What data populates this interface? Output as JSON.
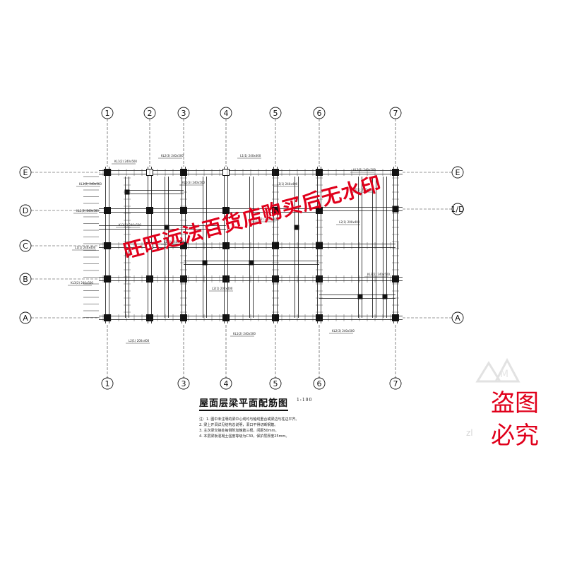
{
  "drawing": {
    "title": "屋面层梁平面配筋图",
    "scale": "1:100",
    "notes": [
      "注：1. 图中未注明的梁中心线均与轴线重合或梁边与柱边平齐。",
      "2. 梁上开洞详见结构总说明，洞口不得切断钢筋。",
      "3. 主次梁交接处每侧附加箍筋三根，间距50mm。",
      "4. 本层梁板混凝土强度等级为C30，保护层厚度25mm。"
    ],
    "top_axes": [
      "1",
      "2",
      "3",
      "4",
      "5",
      "6",
      "7"
    ],
    "bottom_axes": [
      "1",
      "3",
      "4",
      "5",
      "6",
      "7"
    ],
    "left_axes": [
      "E",
      "D",
      "C",
      "B",
      "A"
    ],
    "right_axes": [
      "E",
      "1/D",
      "A"
    ],
    "beam_tags": [
      "KL1(2) 240x500",
      "KL2(3) 240x500",
      "L1(1) 240x400",
      "KL3(2) 240x500",
      "L2(1) 200x400"
    ]
  },
  "watermark": {
    "text": "旺旺远法百货店购买后无水印",
    "color": "#e0001b"
  },
  "stamp": {
    "line1": "盗图",
    "line2": "必究",
    "color": "#e0001b"
  },
  "site_mark": {
    "text": "zl"
  }
}
